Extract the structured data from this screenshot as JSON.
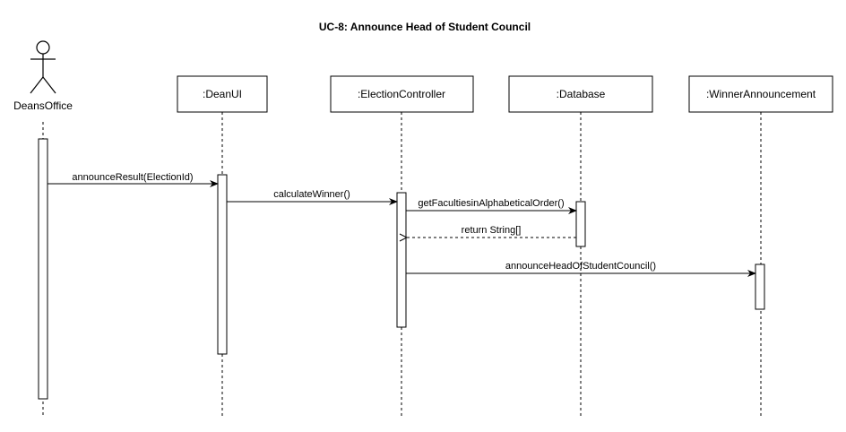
{
  "diagram": {
    "title": "UC-8: Announce Head of Student Council",
    "actor": {
      "label": "DeansOffice"
    },
    "participants": [
      ":DeanUI",
      ":ElectionController",
      ":Database",
      ":WinnerAnnouncement"
    ],
    "messages": [
      {
        "label": "announceResult(ElectionId)",
        "from": "DeansOffice",
        "to": ":DeanUI",
        "type": "sync"
      },
      {
        "label": "calculateWinner()",
        "from": ":DeanUI",
        "to": ":ElectionController",
        "type": "sync"
      },
      {
        "label": "getFacultiesinAlphabeticalOrder()",
        "from": ":ElectionController",
        "to": ":Database",
        "type": "sync"
      },
      {
        "label": "return String[]",
        "from": ":Database",
        "to": ":ElectionController",
        "type": "return"
      },
      {
        "label": "announceHeadOfStudentCouncil()",
        "from": ":ElectionController",
        "to": ":WinnerAnnouncement",
        "type": "sync"
      }
    ]
  }
}
